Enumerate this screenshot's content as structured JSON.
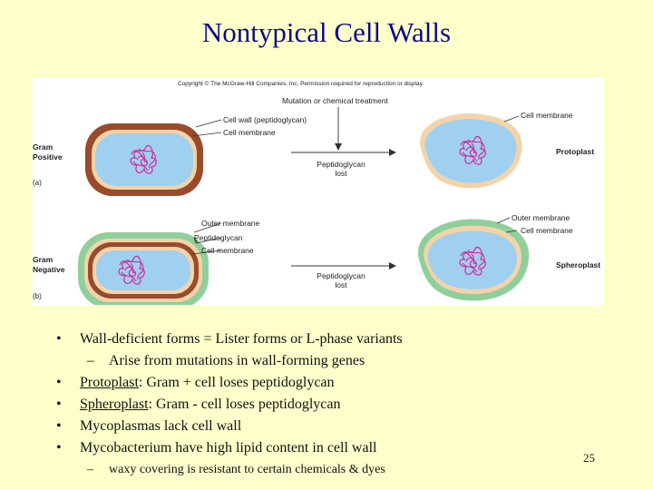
{
  "title": "Nontypical Cell Walls",
  "figure": {
    "copyright": "Copyright © The McGraw-Hill Companies, Inc. Permission required for reproduction or display.",
    "treatment": "Mutation or chemical treatment",
    "arrow_label_line1": "Peptidoglycan",
    "arrow_label_line2": "lost",
    "panel_a": {
      "side_label_line1": "Gram",
      "side_label_line2": "Positive",
      "letter": "(a)",
      "label_cell_wall": "Cell wall (peptidoglycan)",
      "label_cell_membrane": "Cell membrane",
      "result_label_membrane": "Cell membrane",
      "result_name": "Protoplast"
    },
    "panel_b": {
      "side_label_line1": "Gram",
      "side_label_line2": "Negative",
      "letter": "(b)",
      "label_outer_membrane": "Outer membrane",
      "label_peptidoglycan": "Peptidoglycan",
      "label_cell_membrane": "Cell membrane",
      "result_label_outer": "Outer membrane",
      "result_label_membrane": "Cell membrane",
      "result_name": "Spheroplast"
    },
    "colors": {
      "cytoplasm": "#9fd0f0",
      "membrane": "#f3d3aa",
      "peptidoglycan": "#9a4b2c",
      "outer_membrane": "#8fcf9a",
      "dna": "#d12a9a"
    }
  },
  "bullets": {
    "b1": "Wall-deficient forms = Lister forms or L-phase variants",
    "b1_sub": "Arise from mutations in wall-forming genes",
    "b2_term": "Protoplast",
    "b2_rest": ":  Gram + cell loses peptidoglycan",
    "b3_term": "Spheroplast",
    "b3_rest": ":  Gram - cell loses peptidoglycan",
    "b4": "Mycoplasmas lack cell wall",
    "b5": "Mycobacterium have high lipid content in cell wall",
    "b5_sub": "waxy covering is resistant to certain chemicals & dyes"
  },
  "page_number": "25"
}
